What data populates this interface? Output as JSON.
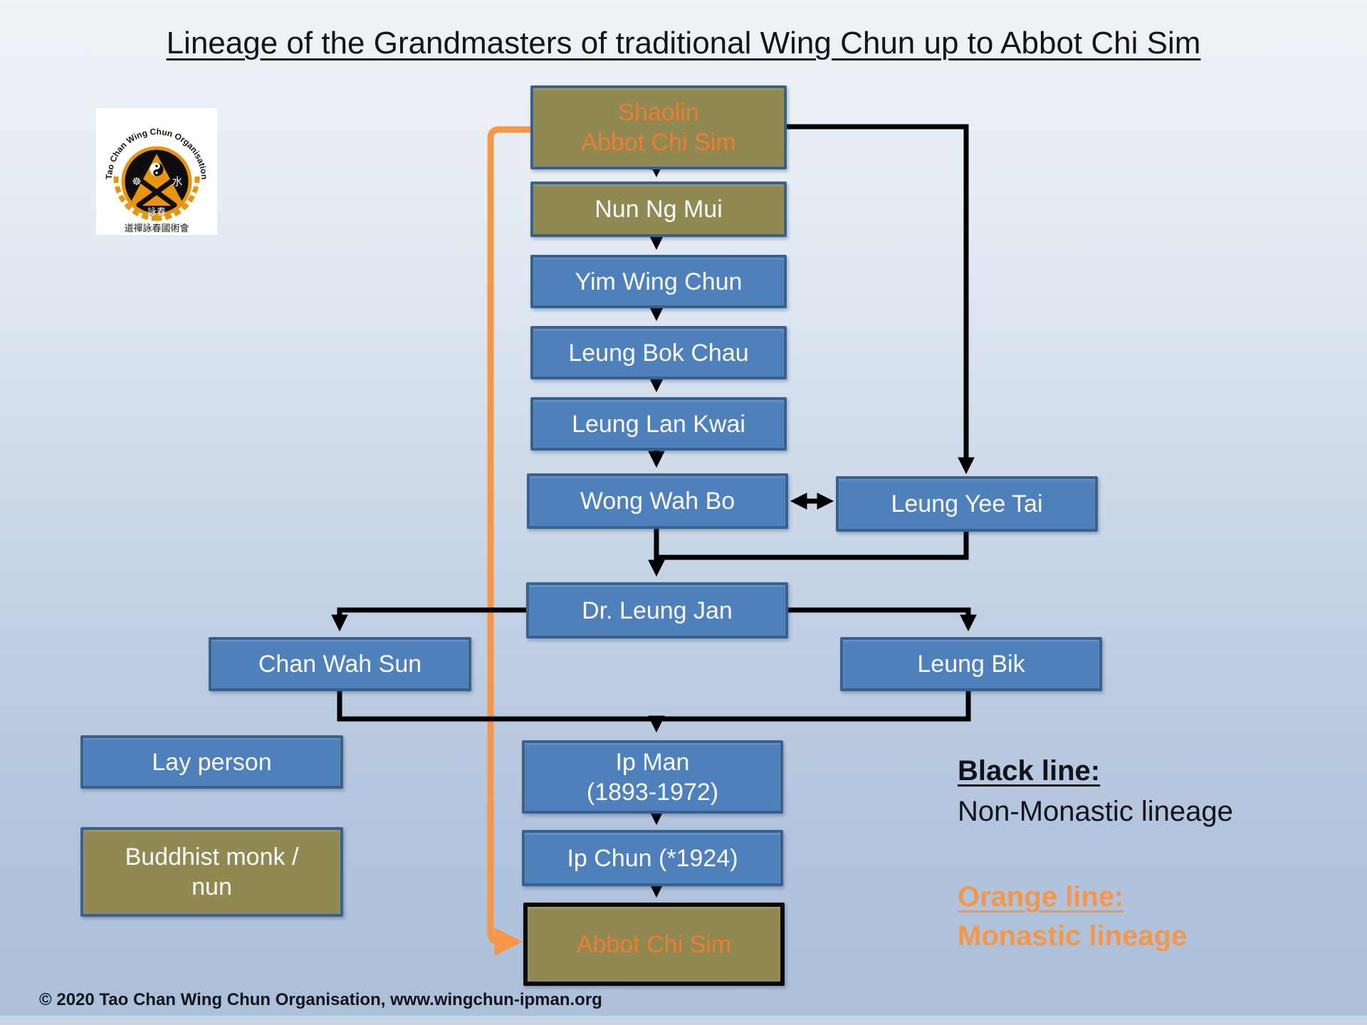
{
  "title": "Lineage of the Grandmasters of traditional Wing Chun up to Abbot Chi Sim",
  "logo": {
    "arc_text": "Tao Chan Wing Chun Organisation",
    "wheel_symbol": "☸",
    "water_char": "水",
    "wing_chun_chars": "詠春",
    "bottom_chars": "道禪詠春國術會"
  },
  "nodes": {
    "shaolin": {
      "line1": "Shaolin",
      "line2": "Abbot Chi Sim"
    },
    "ng_mui": "Nun Ng Mui",
    "yim_wing_chun": "Yim Wing Chun",
    "leung_bok_chau": "Leung Bok Chau",
    "leung_lan_kwai": "Leung Lan Kwai",
    "wong_wah_bo": "Wong Wah Bo",
    "leung_yee_tai": "Leung Yee Tai",
    "dr_leung_jan": "Dr. Leung Jan",
    "chan_wah_sun": "Chan Wah Sun",
    "leung_bik": "Leung Bik",
    "ip_man": {
      "line1": "Ip Man",
      "line2": "(1893-1972)"
    },
    "ip_chun": "Ip Chun (*1924)",
    "abbot_chi_sim": "Abbot Chi Sim"
  },
  "legend": {
    "lay_person": "Lay person",
    "buddhist_monk_line1": "Buddhist monk /",
    "buddhist_monk_line2": "nun",
    "black_line_title": "Black line:",
    "black_line_desc": "Non-Monastic lineage",
    "orange_line_title": "Orange line:",
    "orange_line_desc": "Monastic lineage"
  },
  "footer": {
    "copyright": "© 2020 Tao Chan Wing Chun Organisation, www.wingchun-ipman.org"
  },
  "colors": {
    "box_blue": "#4e80bc",
    "box_border_blue": "#3a618e",
    "box_olive": "#908a52",
    "box_text_orange": "#ed7d31",
    "orange_line": "#f79646",
    "black_line": "#000000",
    "background_top": "#eff2f7",
    "background_bottom": "#acc0da"
  }
}
